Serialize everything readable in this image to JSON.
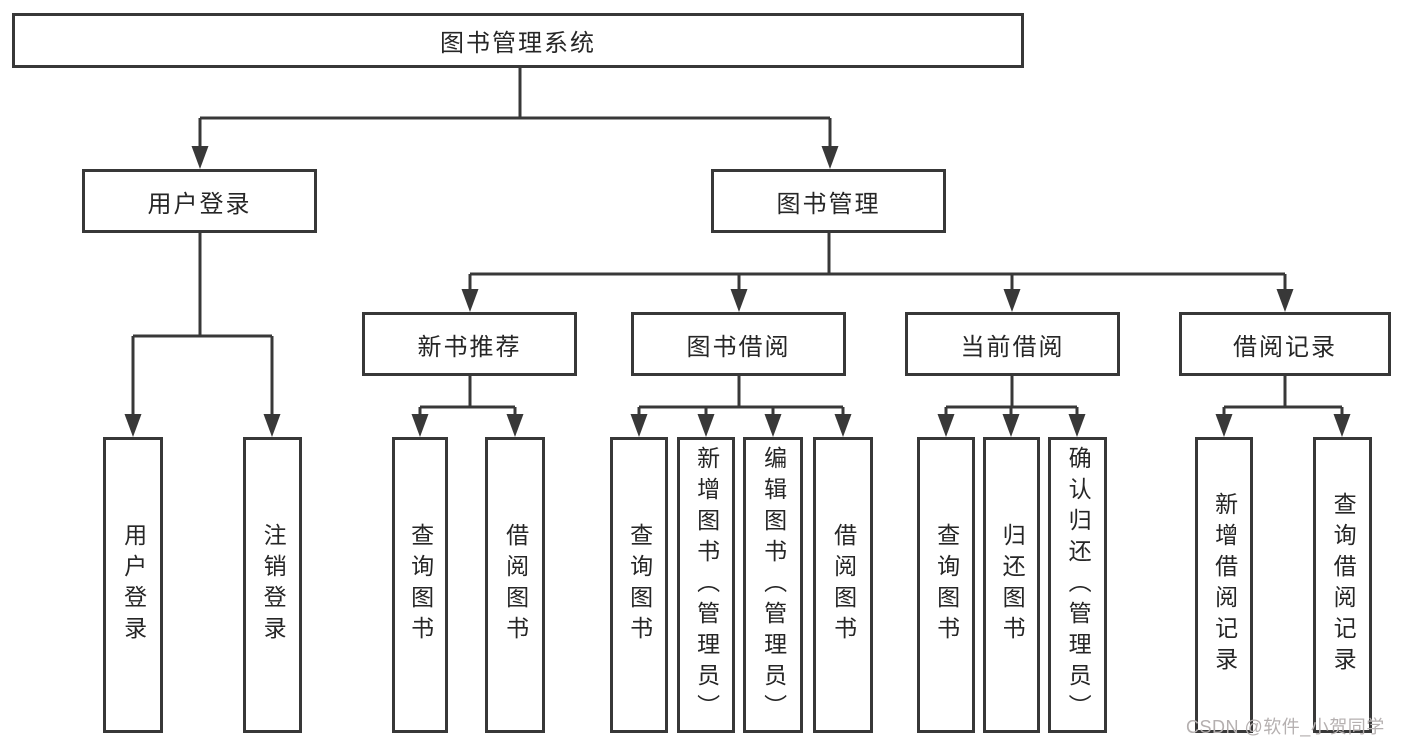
{
  "diagram": {
    "root": {
      "label": "图书管理系统"
    },
    "level2": [
      {
        "label": "用户登录"
      },
      {
        "label": "图书管理"
      }
    ],
    "level3": [
      {
        "label": "新书推荐"
      },
      {
        "label": "图书借阅"
      },
      {
        "label": "当前借阅"
      },
      {
        "label": "借阅记录"
      }
    ],
    "leaves": {
      "user_login": [
        {
          "label": "用户登录"
        },
        {
          "label": "注销登录"
        }
      ],
      "new_book_recommend": [
        {
          "label": "查询图书"
        },
        {
          "label": "借阅图书"
        }
      ],
      "book_borrow": [
        {
          "label": "查询图书"
        },
        {
          "label": "新增图书（管理员）"
        },
        {
          "label": "编辑图书（管理员）"
        },
        {
          "label": "借阅图书"
        }
      ],
      "current_borrow": [
        {
          "label": "查询图书"
        },
        {
          "label": "归还图书"
        },
        {
          "label": "确认归还（管理员）"
        }
      ],
      "borrow_records": [
        {
          "label": "新增借阅记录"
        },
        {
          "label": "查询借阅记录"
        }
      ]
    },
    "watermark": "CSDN @软件_小贺同学",
    "colors": {
      "line": "#383838",
      "text": "#262626",
      "watermark": "#b5b0b0",
      "background": "#ffffff"
    }
  }
}
